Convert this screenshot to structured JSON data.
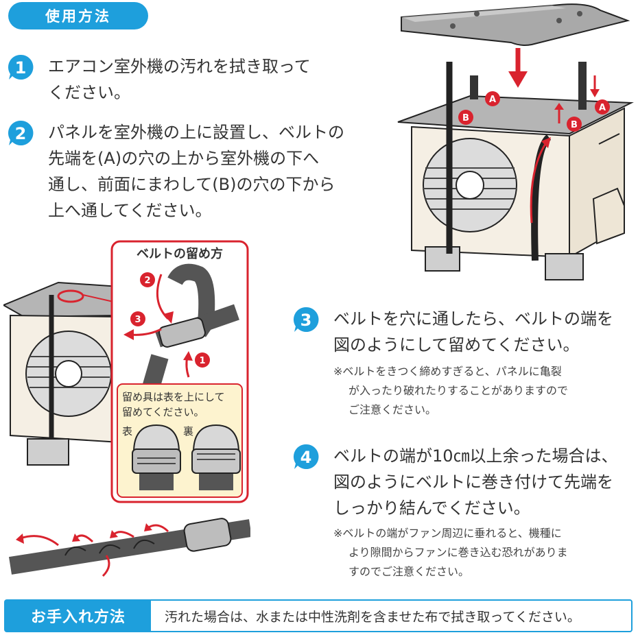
{
  "header": {
    "title": "使用方法"
  },
  "steps": [
    {
      "number": "1",
      "lines": [
        "エアコン室外機の汚れを拭き取って",
        "ください。"
      ]
    },
    {
      "number": "2",
      "lines": [
        "パネルを室外機の上に設置し、ベルトの",
        "先端を(A)の穴の上から室外機の下へ",
        "通し、前面にまわして(B)の穴の下から",
        "上へ通してください。"
      ]
    },
    {
      "number": "3",
      "lines": [
        "ベルトを穴に通したら、ベルトの端を",
        "図のようにして留めてください。"
      ],
      "note": [
        "※ベルトをきつく締めすぎると、パネルに亀裂",
        "が入ったり破れたりすることがありますので",
        "ご注意ください。"
      ]
    },
    {
      "number": "4",
      "lines": [
        "ベルトの端が10㎝以上余った場合は、",
        "図のようにベルトに巻き付けて先端を",
        "しっかり結んでください。"
      ],
      "note": [
        "※ベルトの端がファン周辺に垂れると、機種に",
        "より隙間からファンに巻き込む恐れがありま",
        "すのでご注意ください。"
      ]
    }
  ],
  "diagram_top": {
    "label_a": "A",
    "label_b": "B"
  },
  "belt_box": {
    "title": "ベルトの留め方",
    "arrow_labels": [
      "1",
      "2",
      "3"
    ],
    "caution": [
      "留め具は表を上にして",
      "留めてください。"
    ],
    "front_label": "表",
    "back_label": "裏"
  },
  "footer": {
    "label": "お手入れ方法",
    "text": "汚れた場合は、水または中性洗剤を含ませた布で拭き取ってください。"
  },
  "colors": {
    "accent": "#1e9fdc",
    "marker_red": "#d9232e",
    "caution_bg": "#fdf3cf"
  }
}
